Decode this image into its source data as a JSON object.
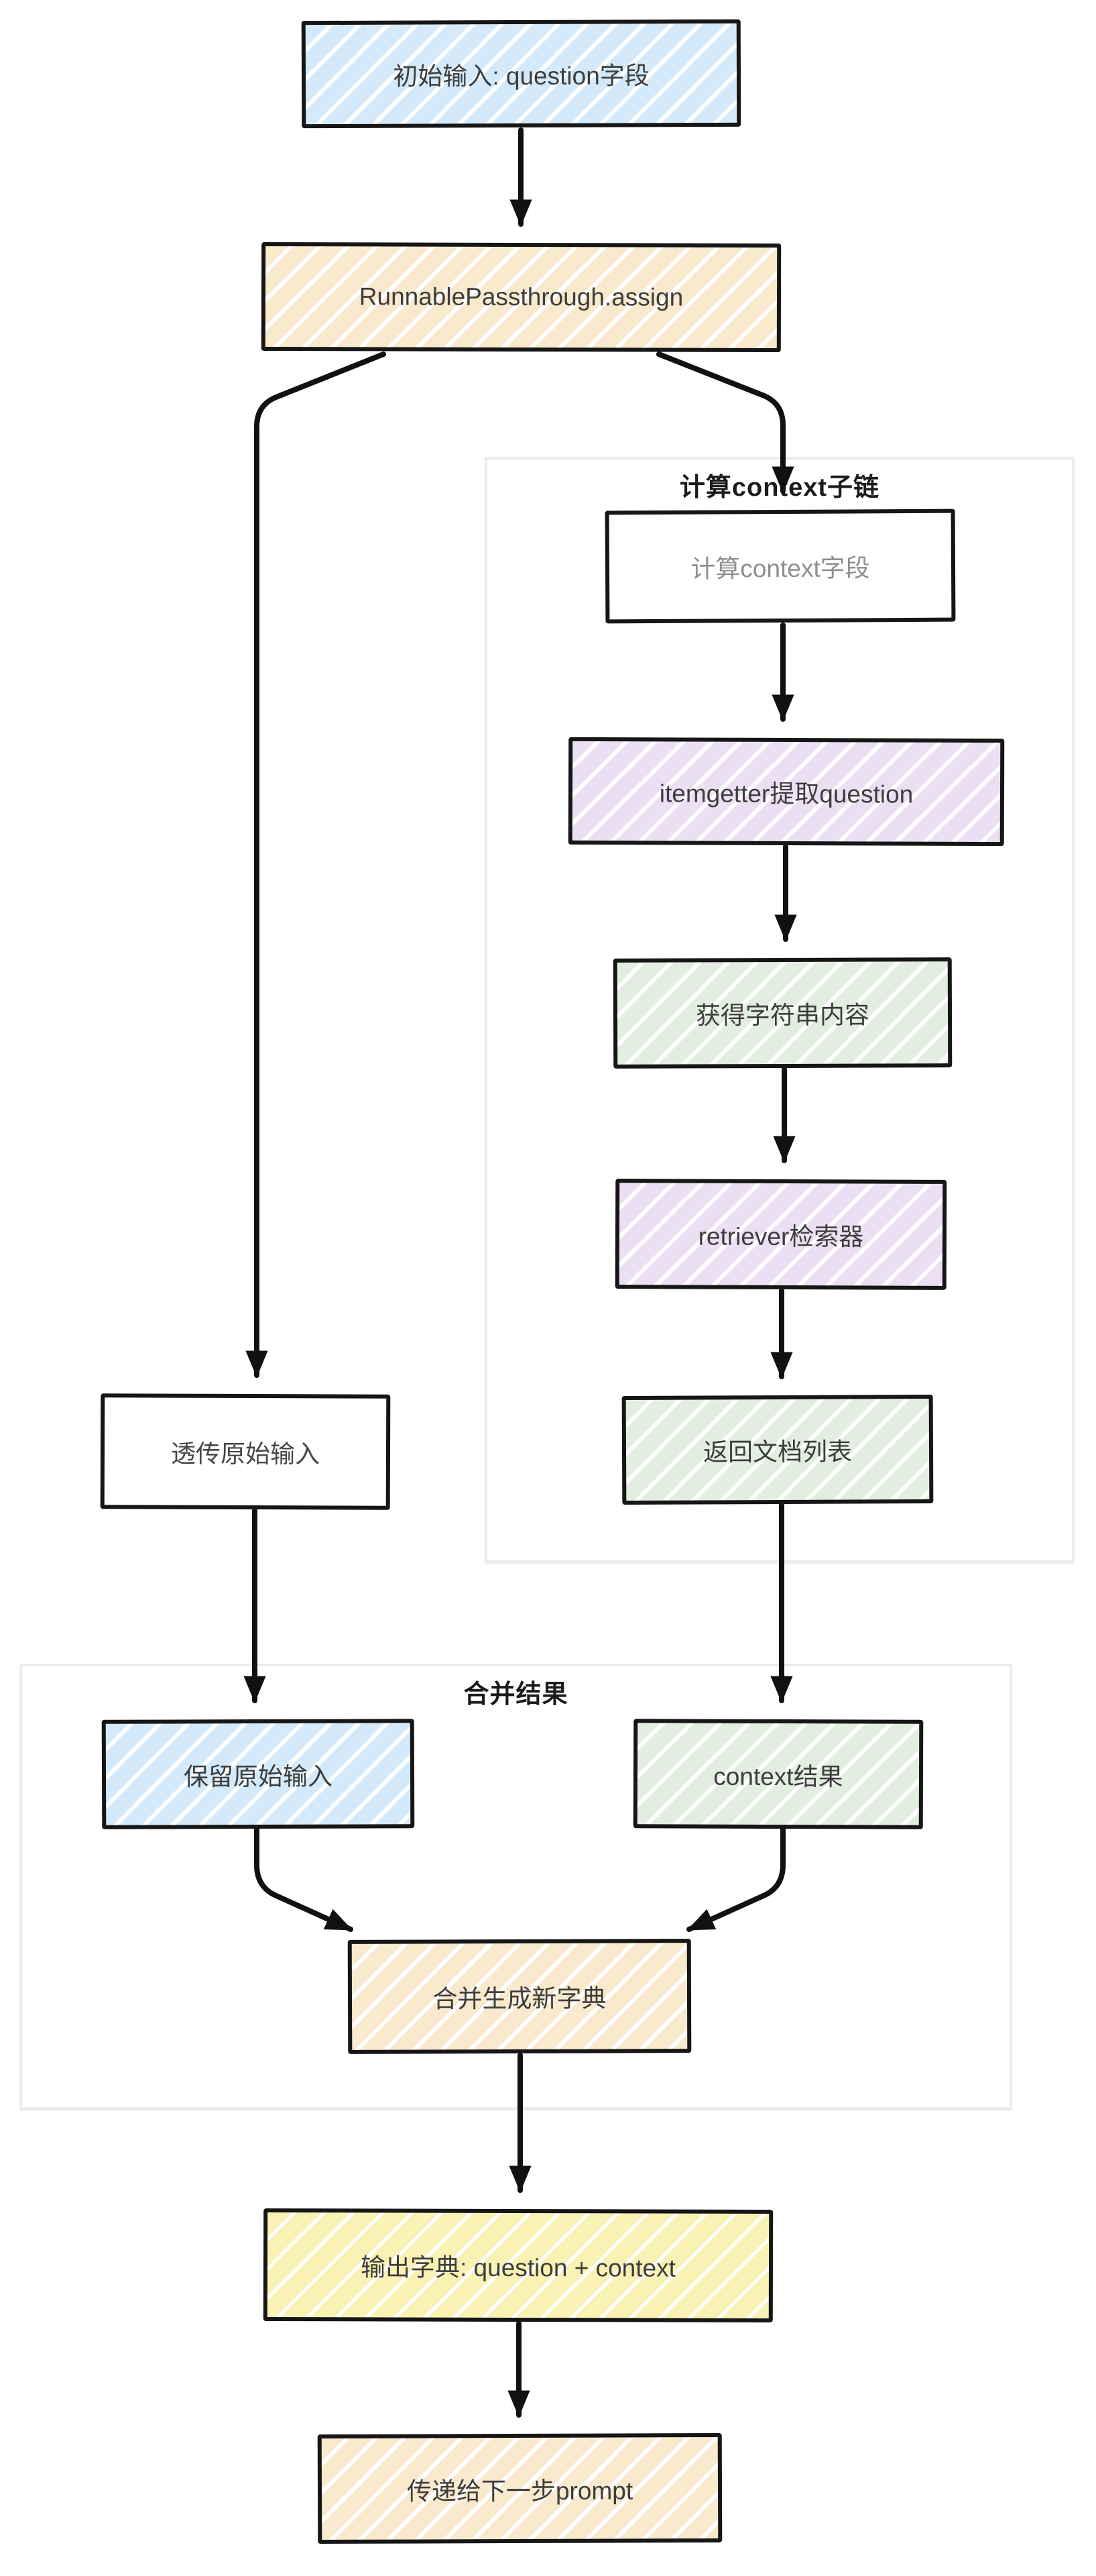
{
  "diagram": {
    "title_hint": "RunnablePassthrough.assign 流程图",
    "colors": {
      "blue": "#d4eafa",
      "peach": "#f9e9cd",
      "purple": "#ecdff4",
      "green": "#e2efe0",
      "yellow": "#f9f2b4",
      "node_border": "#161616",
      "group_border": "#ebebeb",
      "text": "#3d3d3d",
      "muted_text": "#8f8f8f",
      "arrow": "#111111"
    },
    "groups": {
      "context_subchain": {
        "label": "计算context子链"
      },
      "merge_results": {
        "label": "合并结果"
      }
    },
    "nodes": {
      "initial_input": {
        "label": "初始输入: question字段"
      },
      "runnable_assign": {
        "label": "RunnablePassthrough.assign"
      },
      "compute_context": {
        "label": "计算context字段"
      },
      "itemgetter": {
        "label": "itemgetter提取question"
      },
      "get_string": {
        "label": "获得字符串内容"
      },
      "retriever": {
        "label": "retriever检索器"
      },
      "return_docs": {
        "label": "返回文档列表"
      },
      "passthrough_original": {
        "label": "透传原始输入"
      },
      "keep_original": {
        "label": "保留原始输入"
      },
      "context_result": {
        "label": "context结果"
      },
      "merge_dict": {
        "label": "合并生成新字典"
      },
      "output_dict": {
        "label": "输出字典: question + context"
      },
      "next_prompt": {
        "label": "传递给下一步prompt"
      }
    },
    "edges": [
      {
        "from": "initial_input",
        "to": "runnable_assign"
      },
      {
        "from": "runnable_assign",
        "to": "passthrough_original"
      },
      {
        "from": "runnable_assign",
        "to": "compute_context"
      },
      {
        "from": "compute_context",
        "to": "itemgetter"
      },
      {
        "from": "itemgetter",
        "to": "get_string"
      },
      {
        "from": "get_string",
        "to": "retriever"
      },
      {
        "from": "retriever",
        "to": "return_docs"
      },
      {
        "from": "passthrough_original",
        "to": "keep_original"
      },
      {
        "from": "return_docs",
        "to": "context_result"
      },
      {
        "from": "keep_original",
        "to": "merge_dict"
      },
      {
        "from": "context_result",
        "to": "merge_dict"
      },
      {
        "from": "merge_dict",
        "to": "output_dict"
      },
      {
        "from": "output_dict",
        "to": "next_prompt"
      }
    ]
  }
}
